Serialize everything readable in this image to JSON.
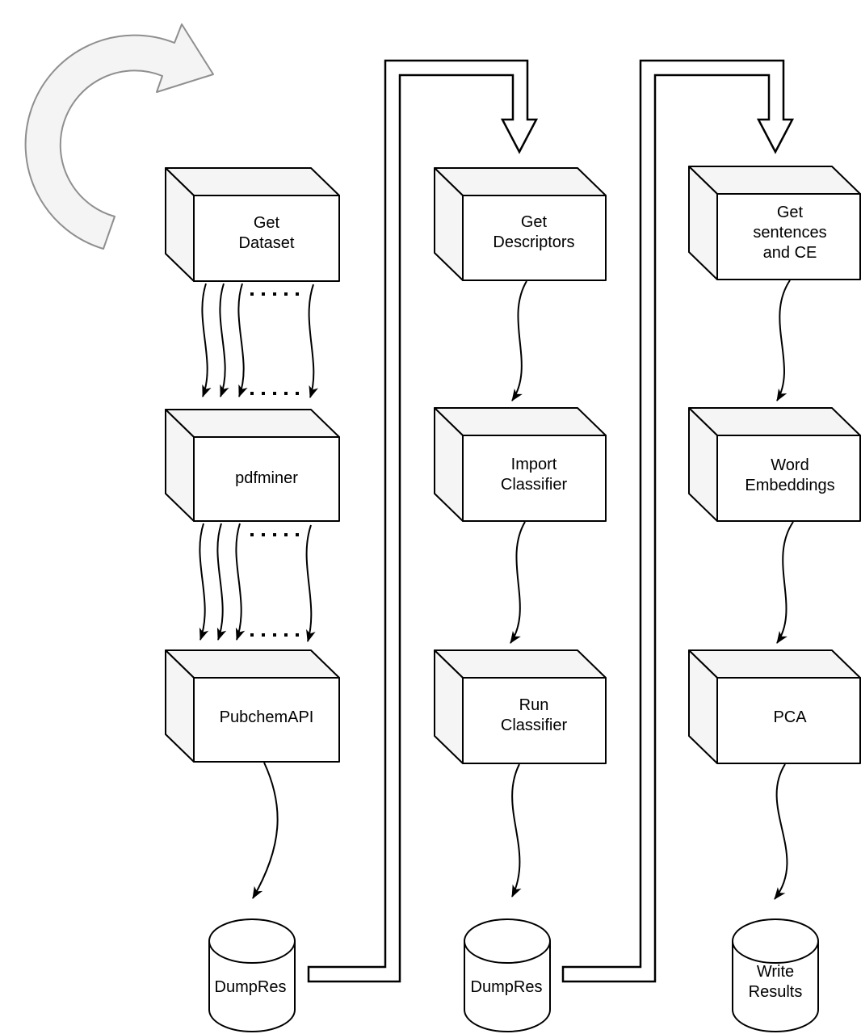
{
  "diagram": {
    "background": "#ffffff",
    "colors": {
      "background": "#ffffff",
      "outline": "#000000",
      "box-front": "#ffffff",
      "box-shade": "#f5f5f5",
      "loop-arrow-fill": "#f4f4f4",
      "loop-arrow-stroke": "#8f8f8f"
    },
    "nodes": {
      "get_dataset": {
        "shape": "box",
        "label": "Get Dataset",
        "lines": [
          "Get",
          "Dataset"
        ]
      },
      "pdfminer": {
        "shape": "box",
        "label": "pdfminer",
        "lines": [
          "pdfminer"
        ]
      },
      "pubchem_api": {
        "shape": "box",
        "label": "PubchemAPI",
        "lines": [
          "PubchemAPI"
        ]
      },
      "dump_res_1": {
        "shape": "database",
        "label": "DumpRes",
        "lines": [
          "DumpRes"
        ]
      },
      "get_descriptors": {
        "shape": "box",
        "label": "Get Descriptors",
        "lines": [
          "Get",
          "Descriptors"
        ]
      },
      "import_classifier": {
        "shape": "box",
        "label": "Import Classifier",
        "lines": [
          "Import",
          "Classifier"
        ]
      },
      "run_classifier": {
        "shape": "box",
        "label": "Run Classifier",
        "lines": [
          "Run",
          "Classifier"
        ]
      },
      "dump_res_2": {
        "shape": "database",
        "label": "DumpRes",
        "lines": [
          "DumpRes"
        ]
      },
      "get_sentences_and_ce": {
        "shape": "box",
        "label": "Get sentences and CE",
        "lines": [
          "Get",
          "sentences",
          "and CE"
        ]
      },
      "word_embeddings": {
        "shape": "box",
        "label": "Word Embeddings",
        "lines": [
          "Word",
          "Embeddings"
        ]
      },
      "pca": {
        "shape": "box",
        "label": "PCA",
        "lines": [
          "PCA"
        ]
      },
      "write_results": {
        "shape": "database",
        "label": "Write Results",
        "lines": [
          "Write",
          "Results"
        ]
      }
    },
    "edges": [
      {
        "from": "get_dataset",
        "to": "pdfminer",
        "style": "wavy-arrow-bundle",
        "arrows_shown": 4,
        "ellipsis_dots": true
      },
      {
        "from": "pdfminer",
        "to": "pubchem_api",
        "style": "wavy-arrow-bundle",
        "arrows_shown": 4,
        "ellipsis_dots": true
      },
      {
        "from": "pubchem_api",
        "to": "dump_res_1",
        "style": "wavy-arrow"
      },
      {
        "from": "dump_res_1",
        "to": "get_descriptors",
        "style": "hollow-pipe-arrow"
      },
      {
        "from": "get_descriptors",
        "to": "import_classifier",
        "style": "wavy-arrow"
      },
      {
        "from": "import_classifier",
        "to": "run_classifier",
        "style": "wavy-arrow"
      },
      {
        "from": "run_classifier",
        "to": "dump_res_2",
        "style": "wavy-arrow"
      },
      {
        "from": "dump_res_2",
        "to": "get_sentences_and_ce",
        "style": "hollow-pipe-arrow"
      },
      {
        "from": "get_sentences_and_ce",
        "to": "word_embeddings",
        "style": "wavy-arrow"
      },
      {
        "from": "word_embeddings",
        "to": "pca",
        "style": "wavy-arrow"
      },
      {
        "from": "pca",
        "to": "write_results",
        "style": "wavy-arrow"
      }
    ],
    "decorations": [
      {
        "name": "loop-arrow",
        "description": "large light-gray curved arrow in the top-left corner"
      }
    ]
  }
}
